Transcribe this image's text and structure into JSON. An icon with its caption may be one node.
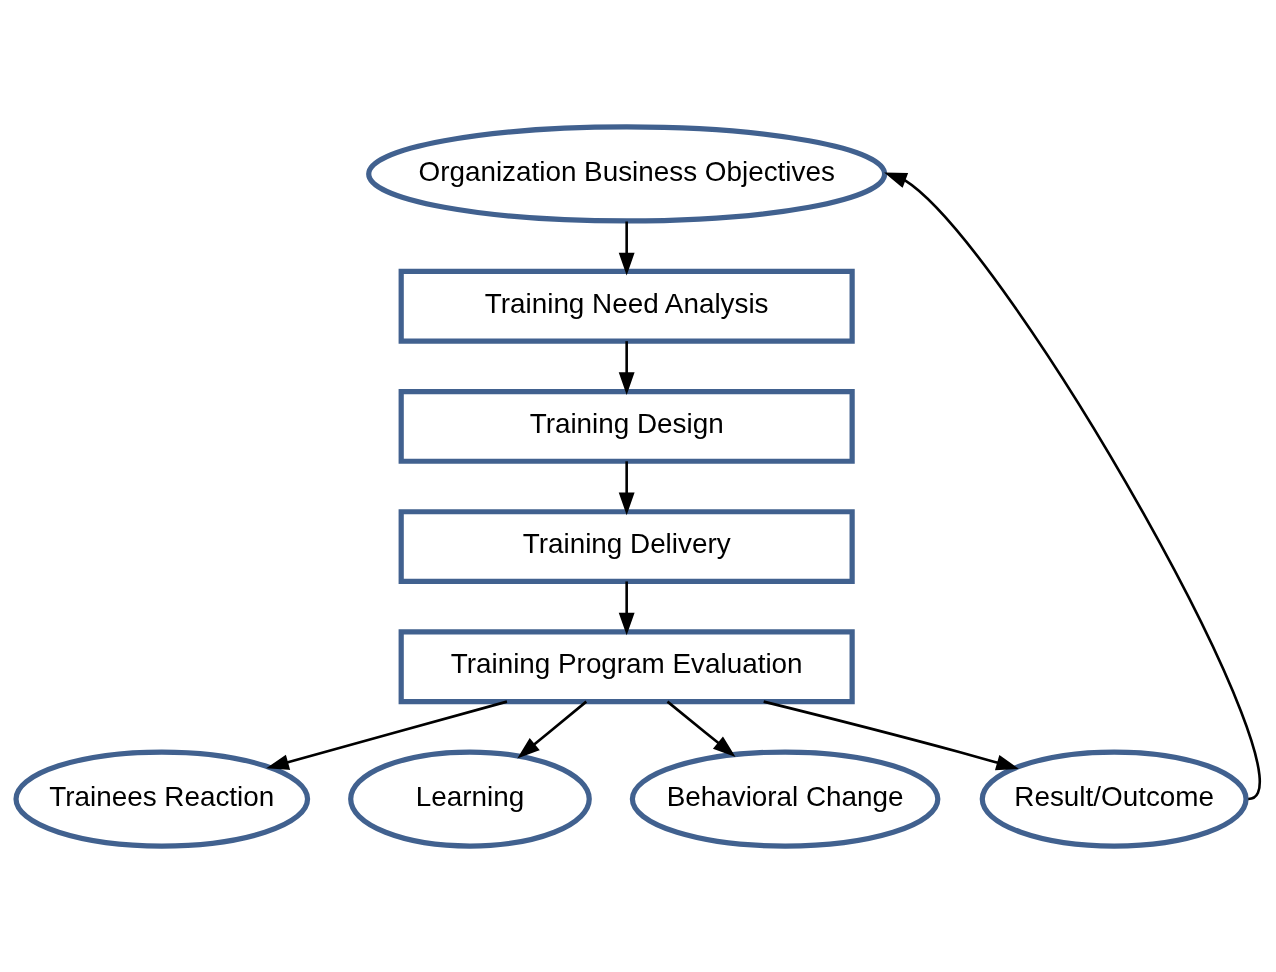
{
  "diagram": {
    "nodes": [
      {
        "text": [
          "Organization Business Objectives"
        ]
      },
      {
        "text": [
          "Training Need Analysis"
        ]
      },
      {
        "text": [
          "Training Design"
        ]
      },
      {
        "text": [
          "Training Delivery"
        ]
      },
      {
        "text": [
          "Training Program Evaluation"
        ]
      },
      {
        "text": [
          "Trainees Reaction"
        ]
      },
      {
        "text": [
          "Learning"
        ]
      },
      {
        "text": [
          "Behavioral Change"
        ]
      },
      {
        "text": [
          "Result/Outcome"
        ]
      }
    ],
    "edges": [
      {
        "from": 0,
        "to": 1,
        "arrow": "to"
      },
      {
        "from": 1,
        "to": 2,
        "arrow": "to"
      },
      {
        "from": 2,
        "to": 3,
        "arrow": "to"
      },
      {
        "from": 3,
        "to": 4,
        "arrow": "to"
      },
      {
        "from": 4,
        "to": 5,
        "arrow": "to"
      },
      {
        "from": 4,
        "to": 6,
        "arrow": "to"
      },
      {
        "from": 4,
        "to": 7,
        "arrow": "to"
      },
      {
        "from": 4,
        "to": 8,
        "arrow": "to"
      },
      {
        "from": 8,
        "to": 0,
        "arrow": "to"
      }
    ]
  }
}
